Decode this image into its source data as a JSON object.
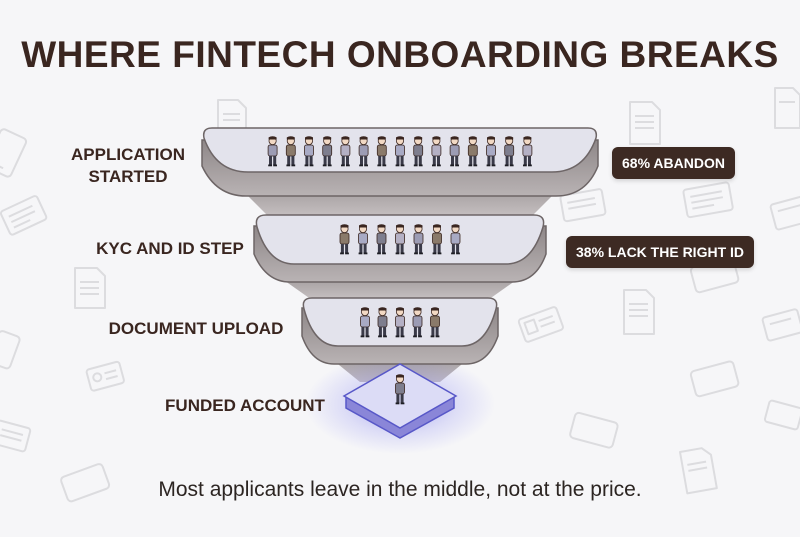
{
  "title": "WHERE FINTECH ONBOARDING BREAKS",
  "stages": [
    {
      "label_lines": [
        "APPLICATION",
        "STARTED"
      ],
      "people": 15
    },
    {
      "label_lines": [
        "KYC AND ID STEP"
      ],
      "people": 7
    },
    {
      "label_lines": [
        "DOCUMENT UPLOAD"
      ],
      "people": 5
    },
    {
      "label_lines": [
        "FUNDED ACCOUNT"
      ],
      "people": 1
    }
  ],
  "callouts": [
    {
      "text": "68% ABANDON"
    },
    {
      "text": "38% LACK THE RIGHT ID"
    }
  ],
  "caption": "Most applicants leave in the middle, not at the price.",
  "colors": {
    "text": "#3a2620",
    "badge": "#3d2a23",
    "tier_face": "#e3e3ec",
    "tier_edge": "#a8a2a2",
    "funnel_side": "#9a9496",
    "highlight": "#6c6cf0",
    "background": "#f6f6f8"
  }
}
